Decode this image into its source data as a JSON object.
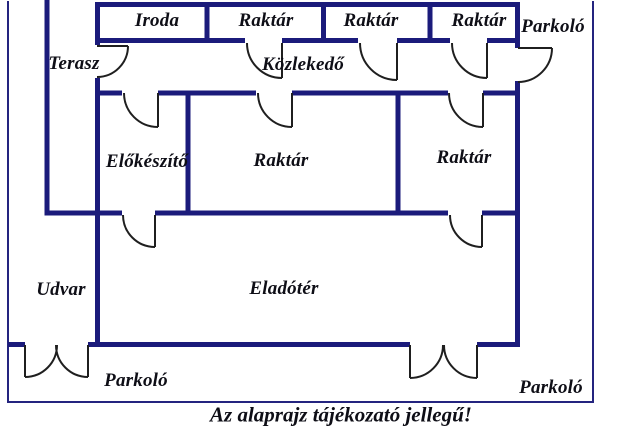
{
  "colors": {
    "wall": "#1b1b7b",
    "boundary": "#24247f",
    "door": "#1f1f1f",
    "text": "#0e0e16",
    "background": "#ffffff"
  },
  "rooms": {
    "iroda": {
      "label": "Iroda"
    },
    "raktar_top_1": {
      "label": "Raktár"
    },
    "raktar_top_2": {
      "label": "Raktár"
    },
    "raktar_top_3": {
      "label": "Raktár"
    },
    "terasz": {
      "label": "Terasz"
    },
    "kozlekedo": {
      "label": "Közlekedő"
    },
    "elokeszito": {
      "label": "Előkészítő"
    },
    "raktar_middle": {
      "label": "Raktár"
    },
    "raktar_right": {
      "label": "Raktár"
    },
    "udvar": {
      "label": "Udvar"
    },
    "eladoter": {
      "label": "Eladótér"
    }
  },
  "outside": {
    "parkolo_top_right": {
      "label": "Parkoló"
    },
    "parkolo_bottom_left": {
      "label": "Parkoló"
    },
    "parkolo_bottom_right": {
      "label": "Parkoló"
    }
  },
  "caption": {
    "text": "Az alaprajz tájékozató jellegű!"
  }
}
